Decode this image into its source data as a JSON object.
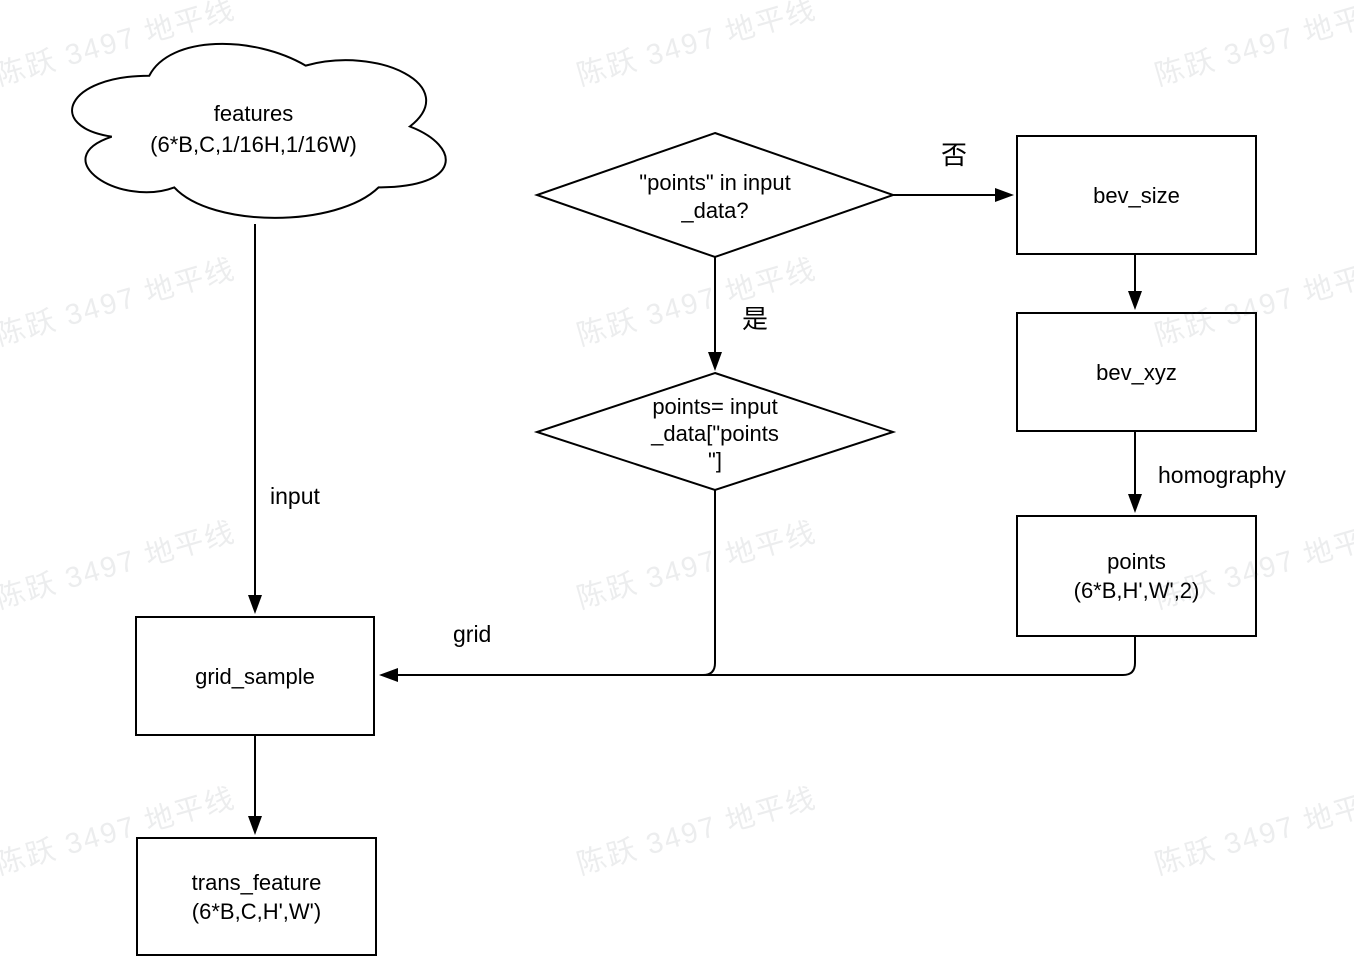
{
  "diagram": {
    "cloud": {
      "line1": "features",
      "line2": "(6*B,C,1/16H,1/16W)"
    },
    "decision1": {
      "line1": "\"points\" in input",
      "line2": "_data?"
    },
    "decision2": {
      "line1": "points= input",
      "line2": "_data[\"points",
      "line3": "\"]"
    },
    "bev_size": {
      "label": "bev_size"
    },
    "bev_xyz": {
      "label": "bev_xyz"
    },
    "points": {
      "line1": "points",
      "line2": "(6*B,H',W',2)"
    },
    "grid_sample": {
      "label": "grid_sample"
    },
    "trans_feature": {
      "line1": "trans_feature",
      "line2": "(6*B,C,H',W')"
    },
    "labels": {
      "no": "否",
      "yes": "是",
      "homography": "homography",
      "input": "input",
      "grid": "grid"
    }
  },
  "watermark": {
    "text": "陈跃 3497 地平线"
  },
  "colors": {
    "stroke": "#000000",
    "background": "#ffffff"
  }
}
